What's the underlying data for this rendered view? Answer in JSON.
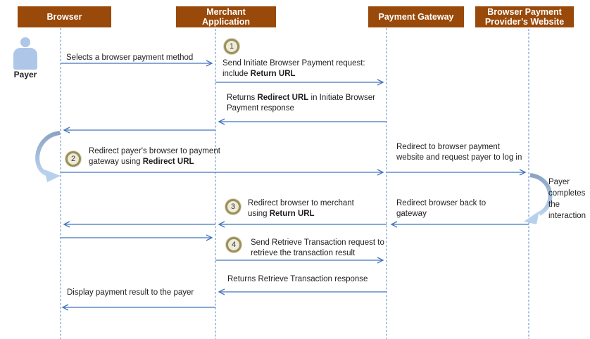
{
  "actors": [
    {
      "id": "browser",
      "lines": [
        "Browser"
      ]
    },
    {
      "id": "merchant-application",
      "lines": [
        "Merchant",
        "Application"
      ]
    },
    {
      "id": "payment-gateway",
      "lines": [
        "Payment Gateway"
      ]
    },
    {
      "id": "browser-payment-provider",
      "lines": [
        "Browser Payment",
        "Provider’s Website"
      ]
    }
  ],
  "payer": {
    "label": "Payer"
  },
  "steps": [
    {
      "number": "1"
    },
    {
      "number": "2"
    },
    {
      "number": "3"
    },
    {
      "number": "4"
    }
  ],
  "messages": {
    "select_method": {
      "line1": "Selects a browser payment method"
    },
    "initiate_request": {
      "line1": "Send Initiate Browser Payment request:",
      "line2_pre": "include ",
      "line2_bold": "Return URL"
    },
    "initiate_response": {
      "line1_pre": "Returns ",
      "line1_bold": "Redirect URL",
      "line1_post": " in Initiate Browser",
      "line2": "Payment response"
    },
    "redirect_to_gateway": {
      "line1": "Redirect payer's browser to payment",
      "line2_pre": "gateway using ",
      "line2_bold": "Redirect URL"
    },
    "redirect_to_provider": {
      "line1": "Redirect to browser payment",
      "line2": "website and request payer to log in"
    },
    "payer_completes": {
      "line1": "Payer",
      "line2": "completes",
      "line3": "the",
      "line4": "interaction"
    },
    "redirect_back": {
      "line1": "Redirect browser back to",
      "line2": "gateway"
    },
    "redirect_to_merchant": {
      "line1": "Redirect browser to merchant",
      "line2_pre": "using ",
      "line2_bold": "Return URL"
    },
    "retrieve_request": {
      "line1": "Send Retrieve Transaction request to",
      "line2": "retrieve the transaction result"
    },
    "retrieve_response": {
      "line1": "Returns Retrieve Transaction response"
    },
    "display_result": {
      "line1": "Display payment result to the payer"
    }
  },
  "colors": {
    "header_bg": "#99490A",
    "header_text": "#FFFFFF",
    "arrow": "#4273BE",
    "lifeline": "#7EA4D9",
    "step_circle_border": "#9A9058",
    "step_circle_fill": "#EFEBDA",
    "curved_arrow_dark": "#8CA3C4",
    "curved_arrow_light": "#B9D3EE",
    "person": "#AEC6E8"
  }
}
